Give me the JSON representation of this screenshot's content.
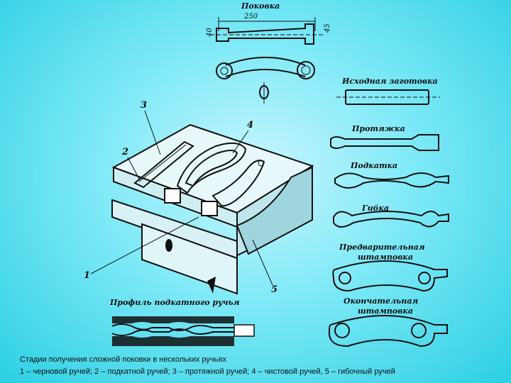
{
  "labels": {
    "forging": "Поковка",
    "dim_length": "250",
    "dim_small": "40",
    "dim_large": "45",
    "stage_initial": "Исходная заготовка",
    "stage_drawing": "Протяжка",
    "stage_rolling": "Подкатка",
    "stage_bending": "Гибка",
    "stage_prelim_line1": "Предварительная",
    "stage_prelim_line2": "штамповка",
    "stage_final_line1": "Окончательная",
    "stage_final_line2": "штамповка",
    "profile": "Профиль подкатного ручья",
    "num_1": "1",
    "num_2": "2",
    "num_3": "3",
    "num_4": "4",
    "num_5": "5"
  },
  "caption": {
    "line1": "Стадии получения сложной поковки в нескольких ручьях",
    "line2": "1 – черновой ручей; 2 – подкатной ручей; 3 – протяжной ручей; 4 – чистовой ручей, 5 – гибочный ручей"
  }
}
